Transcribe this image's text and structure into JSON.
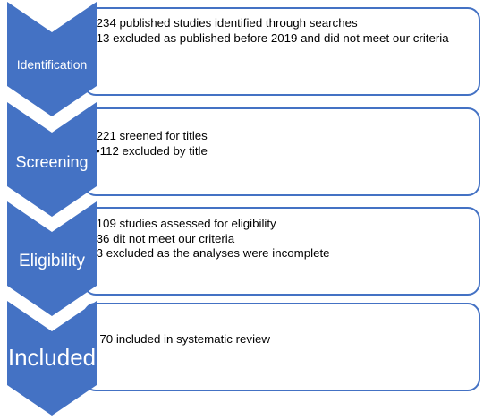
{
  "colors": {
    "chevron_fill": "#4472C4",
    "box_border": "#4472C4",
    "label_text": "#ffffff"
  },
  "stages": [
    {
      "label": "Identification",
      "bullets": [
        "•234 published studies identified through searches",
        "•13 excluded as published before 2019 and did not meet our criteria"
      ]
    },
    {
      "label": "Screening",
      "bullets": [
        "•221 sreened for titles",
        "•112 excluded by title"
      ]
    },
    {
      "label": "Eligibility",
      "bullets": [
        "•109 studies assessed for eligibility",
        "•36 dit not meet our criteria",
        "•3 excluded as the analyses were incomplete"
      ]
    },
    {
      "label": "Included",
      "bullets": [
        "• 70 included in systematic review"
      ]
    }
  ]
}
